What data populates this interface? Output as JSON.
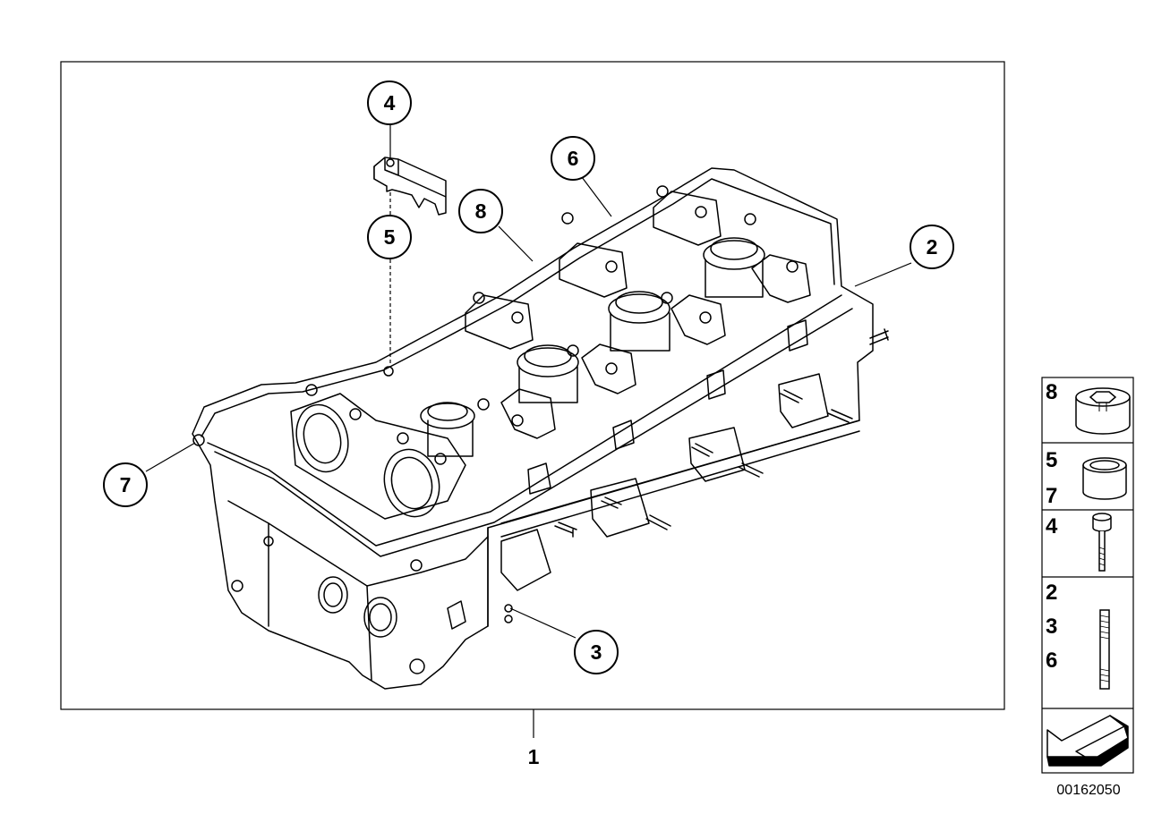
{
  "callouts": [
    {
      "id": "c1",
      "text": "1"
    },
    {
      "id": "c2",
      "text": "2"
    },
    {
      "id": "c3",
      "text": "3"
    },
    {
      "id": "c4",
      "text": "4"
    },
    {
      "id": "c5",
      "text": "5"
    },
    {
      "id": "c6",
      "text": "6"
    },
    {
      "id": "c7",
      "text": "7"
    },
    {
      "id": "c8",
      "text": "8"
    }
  ],
  "sidebar": {
    "groups": [
      {
        "name": "plug",
        "numbers": [
          "8"
        ],
        "part": "hex-plug"
      },
      {
        "name": "sleeve",
        "numbers": [
          "5",
          "7"
        ],
        "part": "dowel-sleeve"
      },
      {
        "name": "bolt",
        "numbers": [
          "4"
        ],
        "part": "socket-bolt"
      },
      {
        "name": "stud",
        "numbers": [
          "2",
          "3",
          "6"
        ],
        "part": "threaded-stud"
      }
    ],
    "arrow_icon": "view-direction-arrow-icon"
  },
  "catalog_number": "00162050"
}
